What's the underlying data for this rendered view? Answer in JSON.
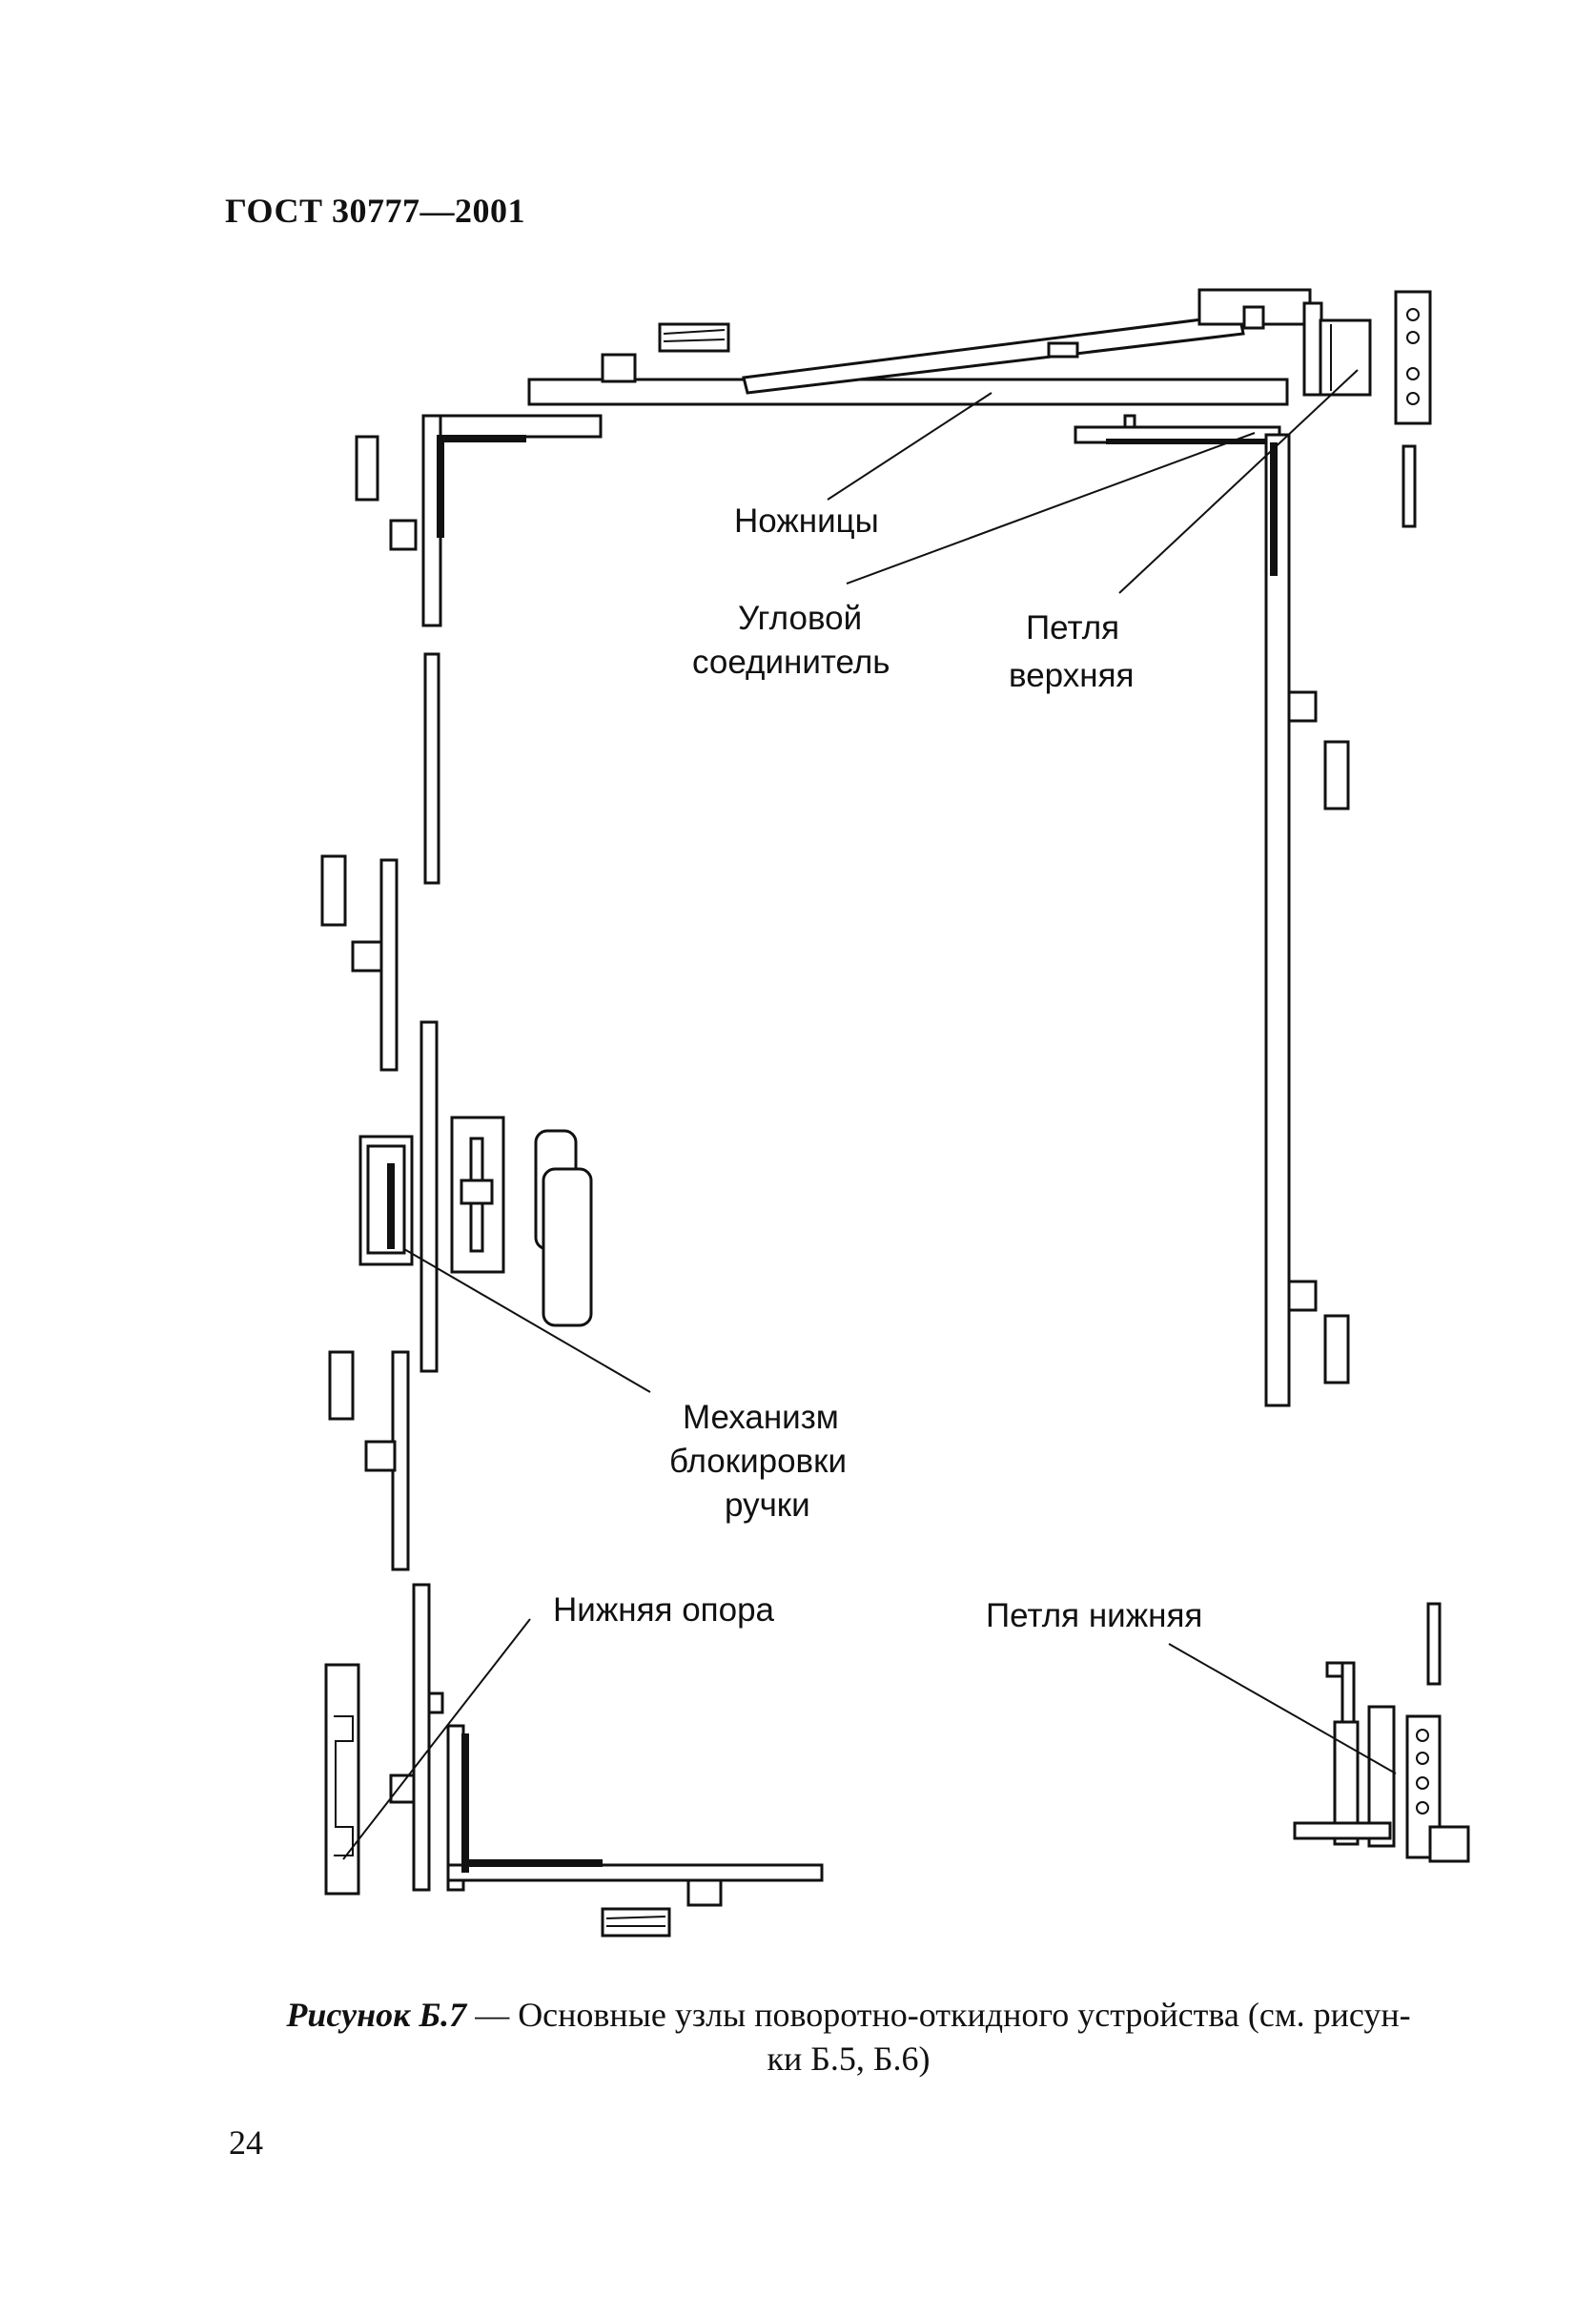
{
  "header": {
    "standard": "ГОСТ 30777—2001"
  },
  "labels": {
    "scissors": "Ножницы",
    "corner_connector_line1": "Угловой",
    "corner_connector_line2": "соединитель",
    "top_hinge_line1": "Петля",
    "top_hinge_line2": "верхняя",
    "handle_lock_line1": "Механизм",
    "handle_lock_line2": "блокировки",
    "handle_lock_line3": "ручки",
    "bottom_support": "Нижняя опора",
    "bottom_hinge": "Петля нижняя"
  },
  "caption": {
    "lead": "Рисунок Б.7",
    "line1": " — Основные узлы поворотно-откидного устройства (см. рисун-",
    "line2": "ки Б.5, Б.6)"
  },
  "page_number": "24"
}
